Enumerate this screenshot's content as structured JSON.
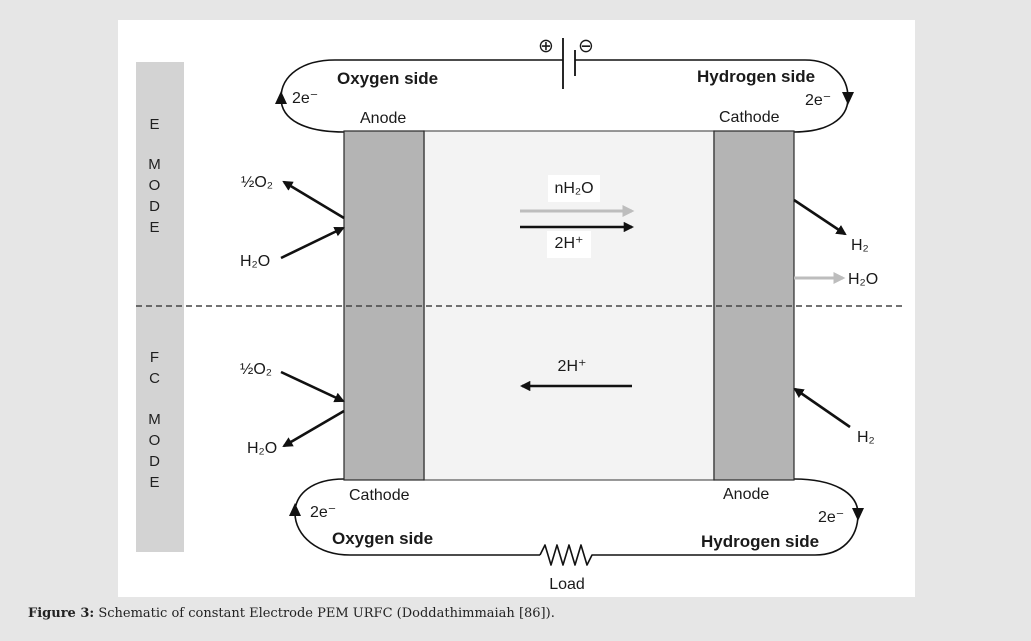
{
  "figure": {
    "caption_label": "Figure 3:",
    "caption_text": "Schematic of constant Electrode PEM URFC (Doddathimmaiah [86])."
  },
  "colors": {
    "page_background": "#e6e6e6",
    "panel_background": "#ffffff",
    "mode_band": "#d3d3d3",
    "electrode": "#b4b4b4",
    "membrane": "#f3f3f3",
    "water_flow_arrow": "#bdbdbd",
    "ink": "#111111"
  },
  "modes": {
    "electrolysis": {
      "line1": "E",
      "line2": "MODE"
    },
    "fuel_cell": {
      "line1": "FC",
      "line2": "MODE"
    }
  },
  "top_circuit": {
    "source_positive": "⊕",
    "source_negative": "⊖",
    "left_side_label": "Oxygen side",
    "right_side_label": "Hydrogen side",
    "left_electron_flow": "2e⁻",
    "right_electron_flow": "2e⁻",
    "left_electrode_label": "Anode",
    "right_electrode_label": "Cathode"
  },
  "bottom_circuit": {
    "load_label": "Load",
    "left_side_label": "Oxygen side",
    "right_side_label": "Hydrogen side",
    "left_electron_flow": "2e⁻",
    "right_electron_flow": "2e⁻",
    "left_electrode_label": "Cathode",
    "right_electrode_label": "Anode"
  },
  "e_mode": {
    "left_product": "½O₂",
    "left_reactant": "H₂O",
    "membrane_water": "nH₂O",
    "membrane_protons": "2H⁺",
    "right_product_gas": "H₂",
    "right_product_water": "H₂O"
  },
  "fc_mode": {
    "left_reactant": "½O₂",
    "left_product": "H₂O",
    "membrane_protons": "2H⁺",
    "right_reactant": "H₂"
  }
}
